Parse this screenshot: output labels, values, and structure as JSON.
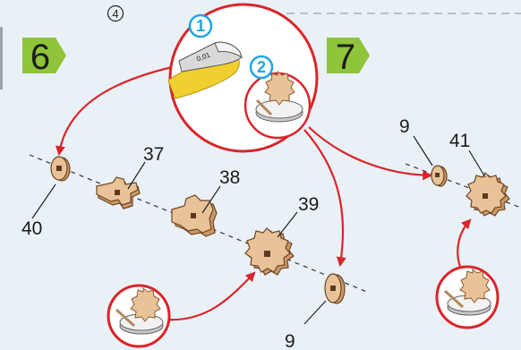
{
  "colors": {
    "background": "#e9f1f7",
    "step_arrow": "#8fc43b",
    "callout_red": "#d9252a",
    "callout_cyan": "#1ea7e0",
    "wood": "#e9c398",
    "wood_dark": "#8a5a34",
    "glue": "#f1cf2f"
  },
  "header": {
    "small_step": "4"
  },
  "steps": [
    {
      "number": "6"
    },
    {
      "number": "7"
    }
  ],
  "callouts": [
    {
      "number": "1",
      "icon": "glue-tube-icon"
    },
    {
      "number": "2",
      "icon": "glue-dish-icon"
    }
  ],
  "tube_label": "0,01",
  "part_labels": {
    "p40": "40",
    "p37": "37",
    "p38": "38",
    "p39": "39",
    "p9_bottom": "9",
    "p9_right": "9",
    "p41": "41"
  }
}
